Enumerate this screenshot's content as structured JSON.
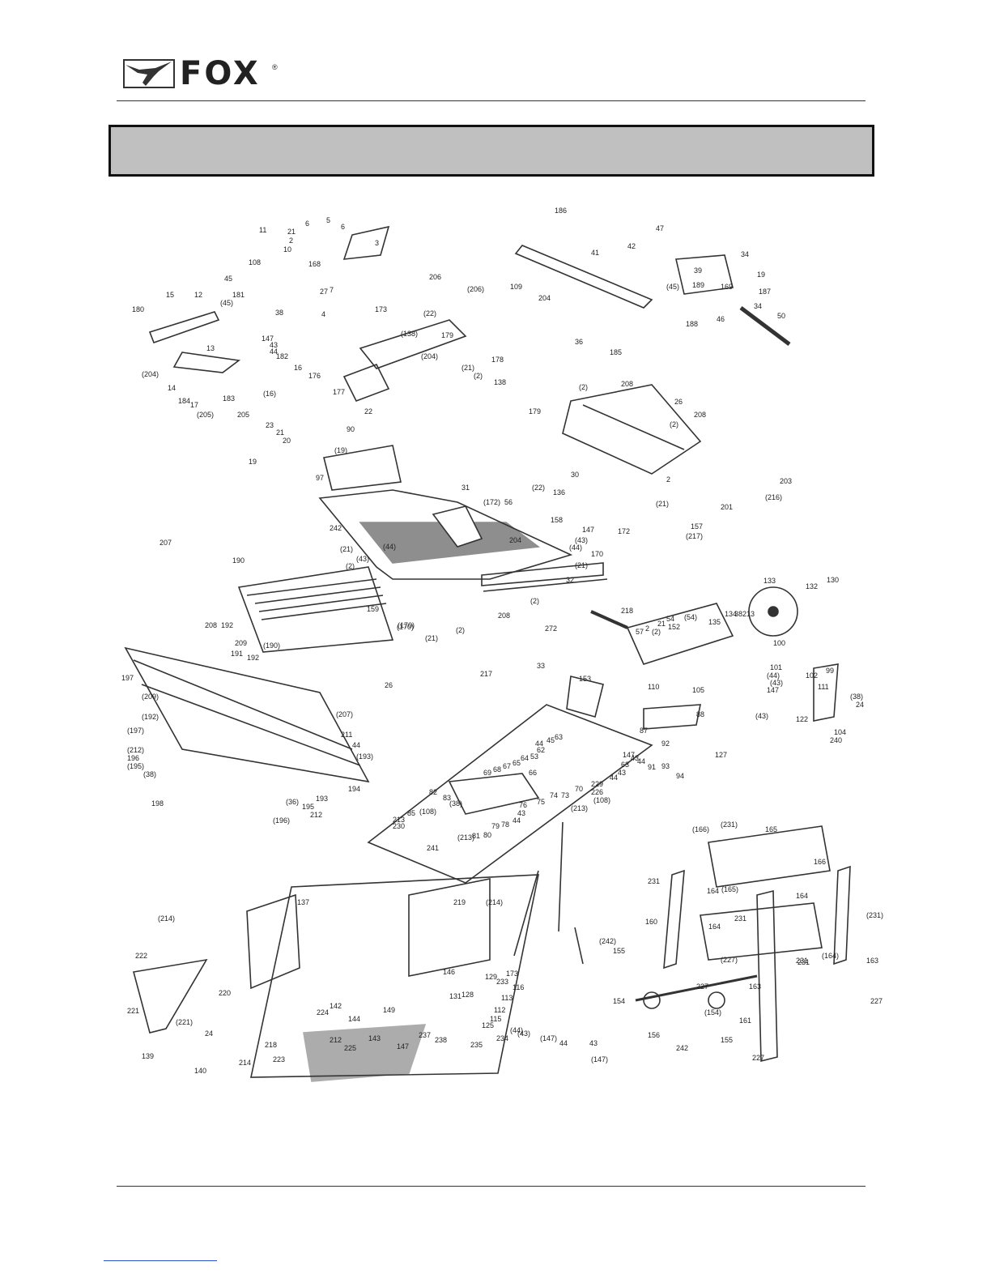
{
  "brand": {
    "name": "FOX",
    "registered_mark": "®"
  },
  "header_box": {
    "title": ""
  },
  "labels": {
    "top_left": [
      "180",
      "15",
      "12",
      "181",
      "11",
      "108",
      "45",
      "(45)",
      "38",
      "10",
      "21",
      "6",
      "5",
      "6",
      "2",
      "168",
      "27",
      "4",
      "7",
      "3",
      "147",
      "43",
      "44",
      "182",
      "13",
      "(204)",
      "14",
      "184",
      "17",
      "(205)",
      "205",
      "183",
      "16",
      "(16)"
    ],
    "top_center": [
      "206",
      "(206)",
      "109",
      "(22)",
      "(138)",
      "204",
      "(204)",
      "173",
      "179",
      "(21)",
      "(2)",
      "176",
      "177",
      "178",
      "22",
      "138",
      "90",
      "179"
    ],
    "top_right": [
      "186",
      "41",
      "42",
      "47",
      "39",
      "34",
      "(45)",
      "189",
      "188",
      "169",
      "19",
      "187",
      "46",
      "34",
      "50",
      "36",
      "185"
    ],
    "middle_left": [
      "23",
      "21",
      "20",
      "(19)",
      "19",
      "97",
      "242",
      "(21)",
      "(43)",
      "(2)",
      "(44)"
    ],
    "middle_center": [
      "(2)",
      "208",
      "26",
      "(2)",
      "208",
      "30",
      "(172)",
      "(22)",
      "136",
      "31",
      "56",
      "158",
      "147",
      "(43)",
      "(44)",
      "(21)",
      "170",
      "172",
      "204",
      "(170)",
      "159",
      "32",
      "(2)",
      "208",
      "(21)",
      "(2)",
      "(170)",
      "272",
      "33",
      "217",
      "218"
    ],
    "middle_right": [
      "2",
      "(21)",
      "157",
      "(217)",
      "201",
      "203",
      "(216)"
    ],
    "left_rail": [
      "207",
      "190",
      "208",
      "192",
      "209",
      "191",
      "192",
      "(190)",
      "(209)",
      "(192)",
      "(197)",
      "197",
      "(212)",
      "196",
      "(195)",
      "(38)",
      "198",
      "26",
      "(207)",
      "211",
      "44",
      "(193)",
      "194",
      "193",
      "195",
      "212",
      "(196)",
      "(36)"
    ],
    "motor": [
      "153",
      "44",
      "45",
      "63",
      "62",
      "69",
      "68",
      "67",
      "65",
      "64",
      "53",
      "66",
      "74",
      "75",
      "73",
      "70",
      "229",
      "226",
      "63",
      "43",
      "44",
      "(213)",
      "(108)",
      "76",
      "43",
      "44",
      "78",
      "79",
      "80",
      "81",
      "82",
      "83",
      "(38)",
      "85",
      "(108)",
      "213",
      "230",
      "(213)",
      "241"
    ],
    "blade": [
      "133",
      "132",
      "130",
      "134",
      "38",
      "213",
      "135",
      "(54)",
      "54",
      "152",
      "21",
      "57",
      "2",
      "(2)",
      "105",
      "110",
      "88",
      "87",
      "147",
      "43",
      "44",
      "91",
      "92",
      "93",
      "94",
      "127",
      "100",
      "101",
      "(44)",
      "102",
      "(43)",
      "147",
      "99",
      "111",
      "(38)",
      "24",
      "104",
      "240",
      "122",
      "(43)"
    ],
    "base": [
      "137",
      "219",
      "(214)",
      "(214)",
      "222",
      "220",
      "221",
      "(221)",
      "139",
      "140",
      "24",
      "214",
      "218",
      "223",
      "224",
      "212",
      "225",
      "142",
      "144",
      "143",
      "149",
      "147",
      "237",
      "238",
      "146",
      "131",
      "128",
      "129",
      "233",
      "116",
      "113",
      "112",
      "115",
      "125",
      "234",
      "235",
      "173",
      "(44)",
      "(43)",
      "(147)",
      "44",
      "43",
      "(147)"
    ],
    "stand": [
      "(166)",
      "(231)",
      "165",
      "166",
      "231",
      "164",
      "(165)",
      "164",
      "231",
      "(231)",
      "231",
      "(242)",
      "155",
      "160",
      "164",
      "(227)",
      "231",
      "(164)",
      "163",
      "227",
      "163",
      "154",
      "156",
      "(154)",
      "227",
      "161",
      "155",
      "242",
      "227"
    ]
  }
}
